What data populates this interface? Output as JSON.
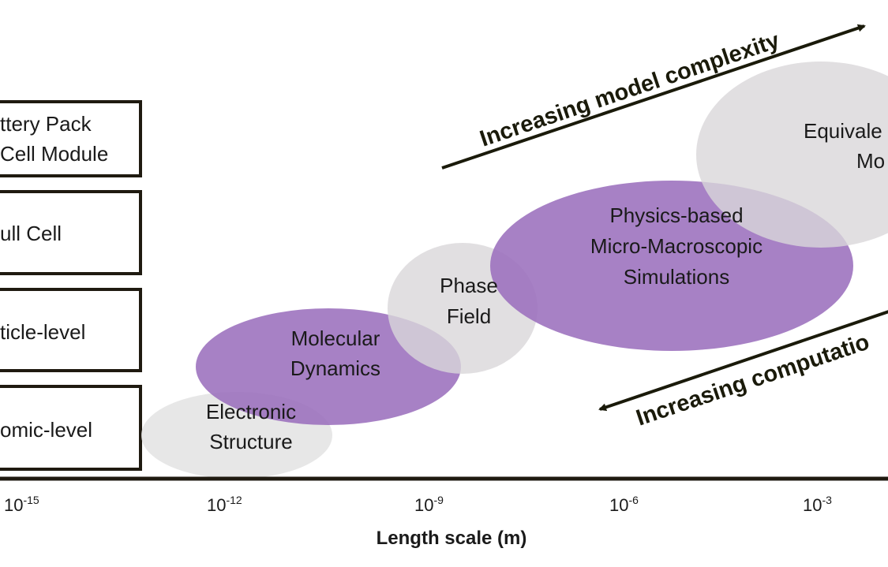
{
  "levels": [
    {
      "line1": "ttery Pack",
      "line2": "Cell Module"
    },
    {
      "line1": "ull Cell"
    },
    {
      "line1": "ticle-level"
    },
    {
      "line1": "omic-level"
    }
  ],
  "models": [
    {
      "line1": "Electronic",
      "line2": "Structure",
      "color": "#e3e3e3"
    },
    {
      "line1": "Molecular",
      "line2": "Dynamics",
      "color": "#9b6fbd"
    },
    {
      "line1": "Phase",
      "line2": "Field",
      "color": "#d9d7da"
    },
    {
      "line1": "Physics-based",
      "line2": "Micro-Macroscopic",
      "line3": "Simulations",
      "color": "#9b6fbd"
    },
    {
      "line1": "Equivale",
      "line2": "Mo",
      "color": "#d9d7da"
    }
  ],
  "axis": {
    "title": "Length scale (m)",
    "ticks": [
      {
        "base": "10",
        "exp": "-15"
      },
      {
        "base": "10",
        "exp": "-12"
      },
      {
        "base": "10",
        "exp": "-9"
      },
      {
        "base": "10",
        "exp": "-6"
      },
      {
        "base": "10",
        "exp": "-3"
      }
    ]
  },
  "arrows": {
    "up": "Increasing model complexity",
    "down": "Increasing computatio"
  }
}
